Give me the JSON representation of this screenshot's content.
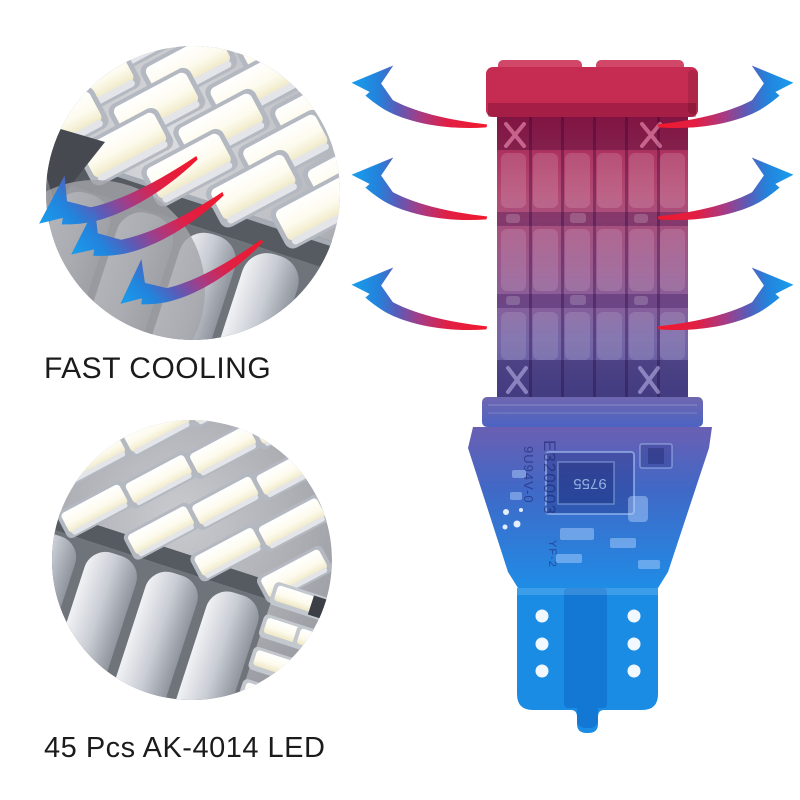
{
  "labels": {
    "fast_cooling": "FAST COOLING",
    "led_count": "45 Pcs AK-4014 LED"
  },
  "bulb": {
    "pcb_markings": {
      "line1": "E320003",
      "line2": "9U94V-0",
      "line3": "YF-2",
      "chip_label": "9755"
    }
  },
  "colors": {
    "heat_red": "#f2182a",
    "cool_blue": "#17a0ee",
    "cap_red": "#c62c52",
    "base_blue": "#1b8ce4",
    "label_text": "#1b1b1b"
  }
}
